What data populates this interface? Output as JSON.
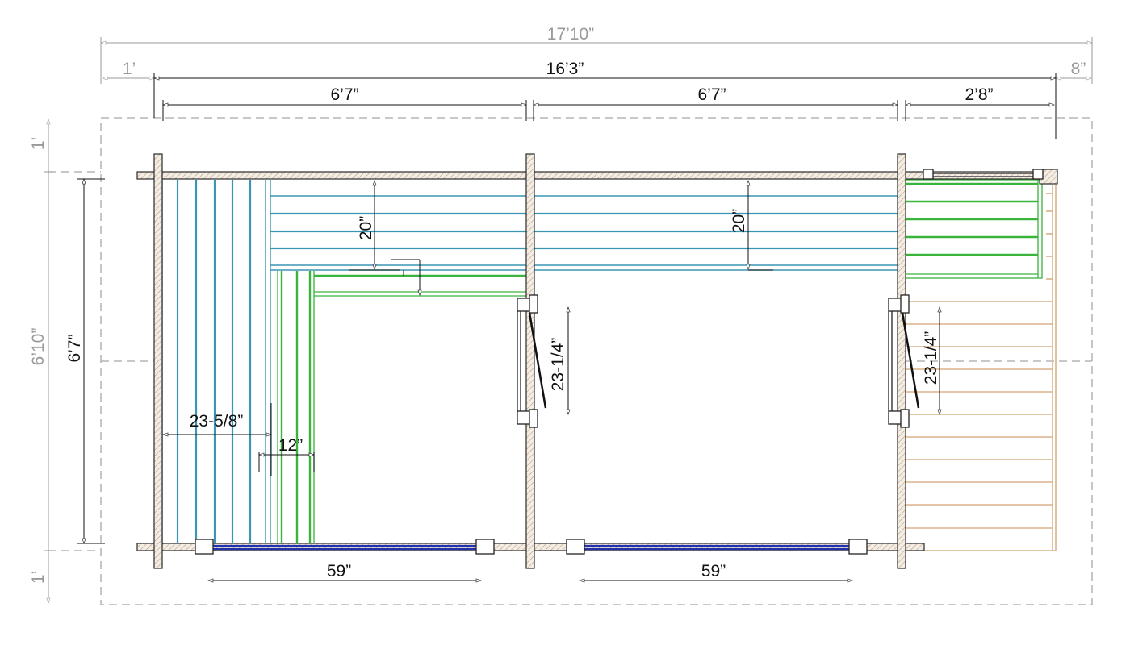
{
  "dimensions": {
    "overall_width": "17’10”",
    "inner_width": "16’3”",
    "left_offset": "1’",
    "right_offset": "8”",
    "room1_width": "6’7”",
    "room2_width": "6’7”",
    "room3_width": "2’8”",
    "overall_depth": "6’10”",
    "inner_depth": "6’7”",
    "top_offset": "1’",
    "bottom_offset": "1’",
    "bench_depth_1": "20”",
    "bench_depth_2": "20”",
    "lower_bench_width": "23-5/8”",
    "lower_step_width": "12”",
    "door_width_1": "23-1/4”",
    "door_width_2": "23-1/4”",
    "window_width_1": "59”",
    "window_width_2": "59”"
  },
  "colors": {
    "upper_bench": "#3a96b4",
    "lower_bench": "#3ab43c",
    "deck": "#d9b38a",
    "glass": "#2233aa",
    "wall_outline": "#2a2a2a",
    "reference_lines": "#a8a8a8"
  }
}
